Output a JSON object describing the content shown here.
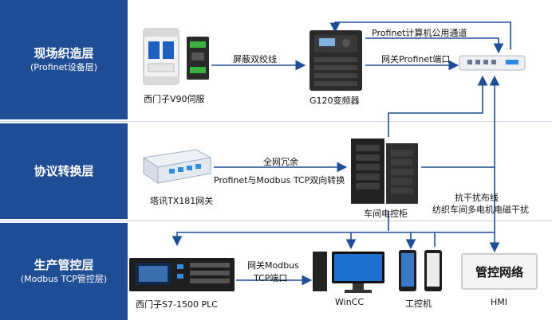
{
  "layers": [
    {
      "title": "现场织造层",
      "subtitle": "(Profinet设备层)"
    },
    {
      "title": "协议转换层",
      "subtitle": ""
    },
    {
      "title": "生产管控层",
      "subtitle": "(Modbus TCP管控层)"
    }
  ],
  "devices": {
    "v90": "西门子V90伺服",
    "g120": "G120变频器",
    "gateway": "塔讯TX181网关",
    "cabinet": "车间电控柜",
    "plc": "西门子S7-1500 PLC",
    "wincc": "WinCC",
    "ipc": "工控机",
    "hmi": "HMI",
    "hmi_screen": "管控网络"
  },
  "links": {
    "shielded": "屏蔽双绞线",
    "pn_shared": "Profinet计算机公用通道",
    "gw_pn_port": "网关Profinet端口",
    "full_redundancy": "全网冗余",
    "bidirectional": "Profinet与Modbus TCP双向转换",
    "anti_interference": "抗干扰布线",
    "emi_note": "纺织车间多电机电磁干扰",
    "gw_modbus_1": "网关Modbus",
    "gw_modbus_2": "TCP端口"
  },
  "colors": {
    "band": "#1f4e96",
    "wire": "#1f4e96",
    "accent": "#2f8be0"
  }
}
